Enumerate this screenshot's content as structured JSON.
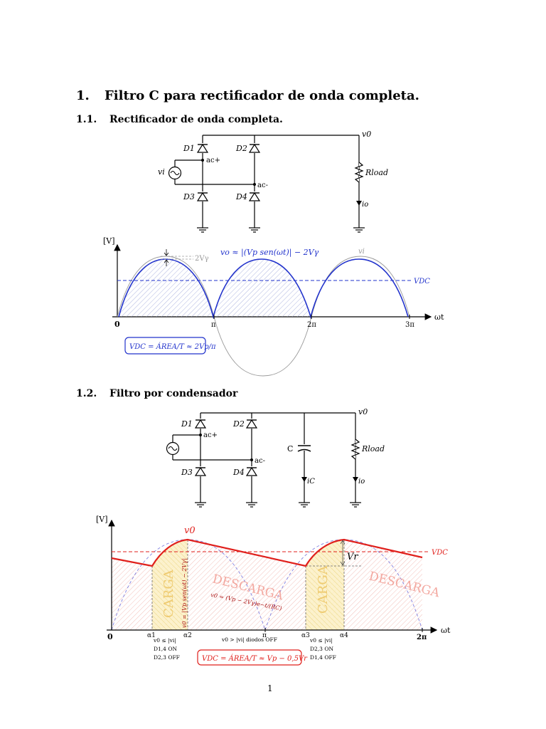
{
  "section": {
    "number": "1.",
    "title": "Filtro C para rectificador de onda completa."
  },
  "sub1": {
    "number": "1.1.",
    "title": "Rectificador de onda completa."
  },
  "sub2": {
    "number": "1.2.",
    "title": "Filtro por condensador"
  },
  "circuit1": {
    "v0": "v0",
    "d1": "D1",
    "d2": "D2",
    "d3": "D3",
    "d4": "D4",
    "vi": "vi",
    "acp": "ac+",
    "acm": "ac-",
    "rload": "Rload",
    "io": "io"
  },
  "plot1": {
    "ylabel": "[V]",
    "formula": "vo ≈ |(Vp sen(ωt)| − 2Vγ",
    "vi_label": "vi",
    "drop": "2Vγ",
    "vdc": "VDC",
    "xlabel": "ωt",
    "ticks": [
      "0",
      "π",
      "2π",
      "3π"
    ],
    "vdc_box": "VDC = ÁREA/T ≈ 2Vp/π"
  },
  "circuit2": {
    "v0": "v0",
    "d1": "D1",
    "d2": "D2",
    "d3": "D3",
    "d4": "D4",
    "acp": "ac+",
    "acm": "ac-",
    "c": "C",
    "ic": "iC",
    "rload": "Rload",
    "io": "io"
  },
  "plot2": {
    "ylabel": "[V]",
    "v0": "v0",
    "vdc": "VDC",
    "vr": "Vr",
    "carga": "CARGA",
    "descarga": "DESCARGA",
    "charge_formula": "v0 = |Vp sen(ωt) − 2Vγ|",
    "discharge_formula": "v0 = (Vp − 2Vγ)e−t/(RC)",
    "xlabel": "ωt",
    "ticks": [
      "0",
      "α1",
      "α2",
      "π",
      "α3",
      "α4",
      "2π"
    ],
    "note1": [
      "v0 ≤ |vi|",
      "D1,4 ON",
      "D2,3 OFF"
    ],
    "note2": "v0 > |vi| diodos OFF",
    "note3": [
      "v0 ≤ |vi|",
      "D2,3 ON",
      "D1,4 OFF"
    ],
    "vdc_box": "VDC = ÁREA/T ≈ Vp − 0,5Vr"
  },
  "page_number": "1",
  "colors": {
    "blue": "#2233cc",
    "red": "#e0201c",
    "pink": "#f2a0a0",
    "gray": "#9a9a9a",
    "yellow": "#f5e6a0"
  }
}
